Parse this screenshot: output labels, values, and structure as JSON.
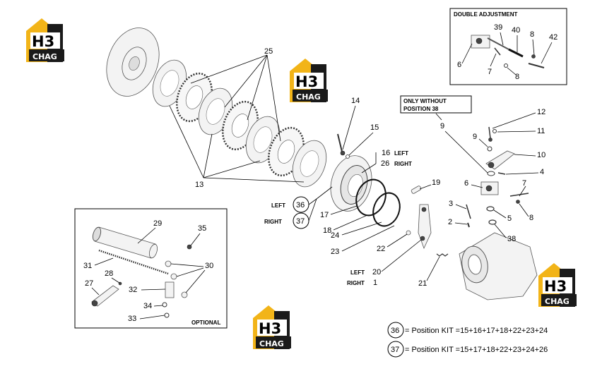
{
  "logo": {
    "mark": "H3",
    "word": "CHAG",
    "color_primary": "#f2b418",
    "color_dark": "#1a1a1a"
  },
  "callouts": {
    "n1": "1",
    "n2": "2",
    "n3": "3",
    "n4": "4",
    "n5": "5",
    "n6": "6",
    "n7": "7",
    "n8": "8",
    "n9": "9",
    "n10": "10",
    "n11": "11",
    "n12": "12",
    "n13": "13",
    "n14": "14",
    "n15": "15",
    "n16": "16",
    "n17": "17",
    "n18": "18",
    "n19": "19",
    "n20": "20",
    "n21": "21",
    "n22": "22",
    "n23": "23",
    "n24": "24",
    "n25": "25",
    "n26": "26",
    "n27": "27",
    "n28": "28",
    "n29": "29",
    "n30": "30",
    "n31": "31",
    "n32": "32",
    "n33": "33",
    "n34": "34",
    "n35": "35",
    "n36": "36",
    "n37": "37",
    "n38": "38",
    "n39": "39",
    "n40": "40",
    "n42": "42",
    "da6": "6",
    "da7": "7",
    "da8a": "8",
    "da8b": "8"
  },
  "labels": {
    "left": "LEFT",
    "right": "RIGHT",
    "double_adjustment": "DOUBLE ADJUSTMENT",
    "only_without_1": "ONLY WITHOUT",
    "only_without_2": "POSITION 38",
    "optional": "OPTIONAL"
  },
  "legend": {
    "kit36_num": "36",
    "kit36_text": "= Position KIT =15+16+17+18+22+23+24",
    "kit37_num": "37",
    "kit37_text": "= Position KIT =15+17+18+22+23+24+26"
  }
}
